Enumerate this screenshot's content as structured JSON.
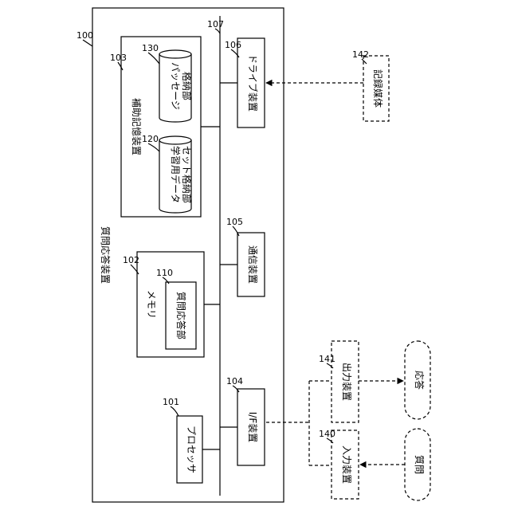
{
  "labels": {
    "device": "質問応答装置",
    "processor": "プロセッサ",
    "memory": "メモリ",
    "qa_unit": "質問応答部",
    "aux_storage": "補助記憶装置",
    "dataset_storage_1": "学習用データ",
    "dataset_storage_2": "セット格納部",
    "passage_storage_1": "パッセージ",
    "passage_storage_2": "格納部",
    "if_device": "I/F装置",
    "comm_device": "通信装置",
    "drive_device": "ドライブ装置",
    "recording_medium": "記録媒体",
    "input_device": "入力装置",
    "output_device": "出力装置",
    "question": "質問",
    "answer": "応答"
  },
  "refs": {
    "device": "100",
    "processor": "101",
    "memory": "102",
    "aux_storage": "103",
    "if_device": "104",
    "comm_device": "105",
    "drive_device": "106",
    "bus": "107",
    "qa_unit": "110",
    "dataset_storage": "120",
    "passage_storage": "130",
    "input_device": "140",
    "output_device": "141",
    "recording_medium": "142"
  }
}
